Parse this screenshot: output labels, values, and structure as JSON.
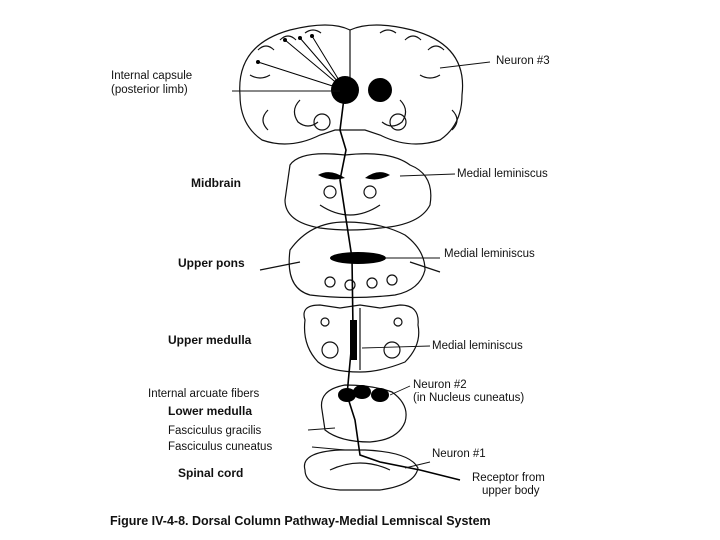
{
  "labels": {
    "neuron3": "Neuron #3",
    "internal_capsule": "Internal capsule",
    "internal_capsule_sub": "(posterior limb)",
    "midbrain": "Midbrain",
    "upper_pons": "Upper pons",
    "upper_medulla": "Upper medulla",
    "internal_arcuate": "Internal arcuate fibers",
    "lower_medulla": "Lower medulla",
    "fasciculus_gracilis": "Fasciculus gracilis",
    "fasciculus_cuneatus": "Fasciculus cuneatus",
    "spinal_cord": "Spinal cord",
    "medial_lemniscus_1": "Medial leminiscus",
    "medial_lemniscus_2": "Medial leminiscus",
    "medial_lemniscus_3": "Medial leminiscus",
    "neuron2": "Neuron #2",
    "neuron2_sub": "(in Nucleus cuneatus)",
    "neuron1": "Neuron #1",
    "receptor": "Receptor from",
    "receptor_sub": "upper body"
  },
  "caption": "Figure IV-4-8. Dorsal Column Pathway-Medial Lemniscal System"
}
